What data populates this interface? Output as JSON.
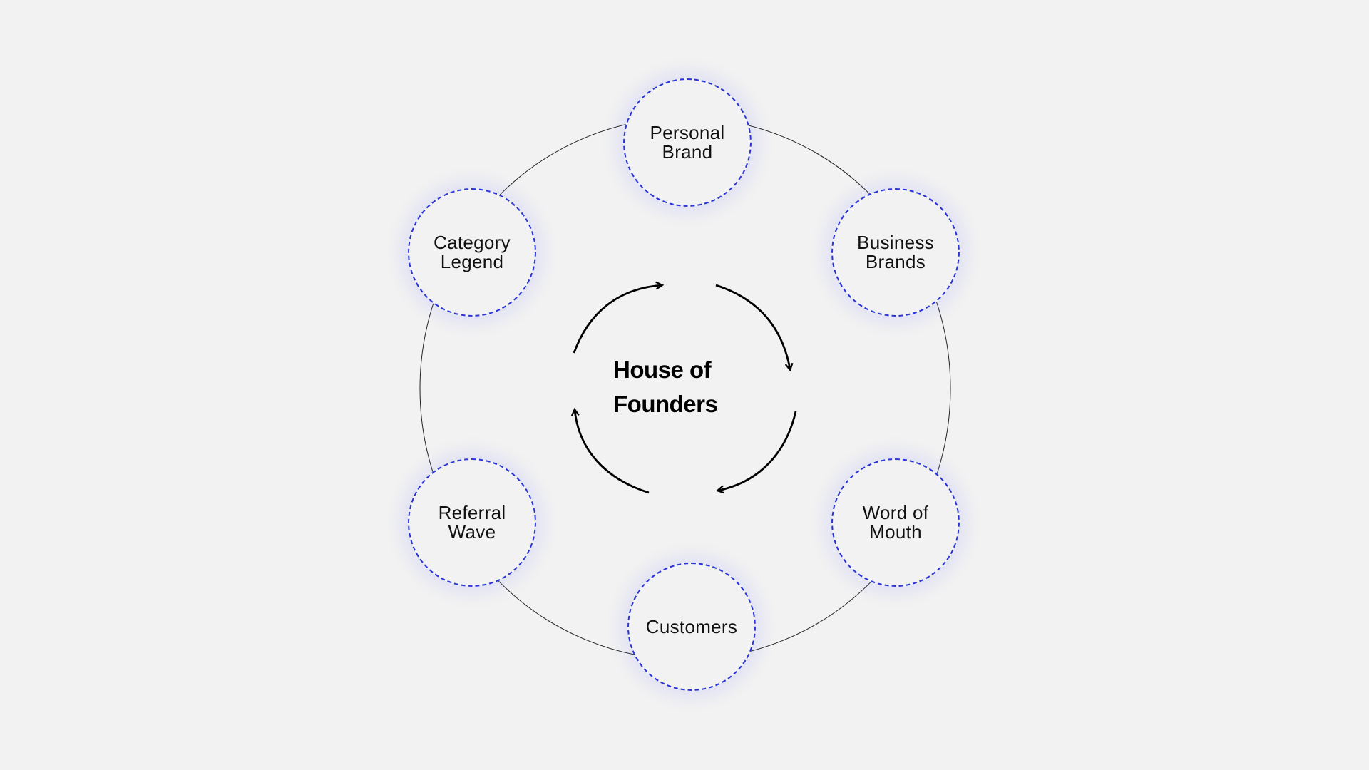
{
  "diagram": {
    "center_title": "House of\nFounders",
    "nodes": [
      {
        "id": "personal-brand",
        "label": "Personal\nBrand"
      },
      {
        "id": "business-brands",
        "label": "Business\nBrands"
      },
      {
        "id": "word-of-mouth",
        "label": "Word of\nMouth"
      },
      {
        "id": "customers",
        "label": "Customers"
      },
      {
        "id": "referral-wave",
        "label": "Referral\nWave"
      },
      {
        "id": "category-legend",
        "label": "Category\nLegend"
      }
    ],
    "colors": {
      "background": "#f2f2f2",
      "node_border": "#2b35d6",
      "ring_line": "#222222",
      "arrow": "#000000"
    }
  }
}
